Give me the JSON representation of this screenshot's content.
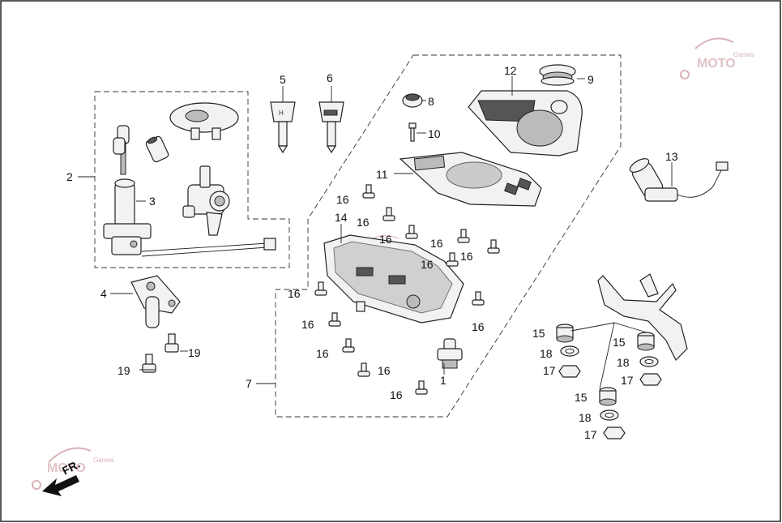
{
  "diagram": {
    "callouts": [
      "1",
      "2",
      "3",
      "4",
      "5",
      "6",
      "7",
      "8",
      "9",
      "10",
      "11",
      "12",
      "13",
      "14",
      "15",
      "16",
      "17",
      "18",
      "19"
    ],
    "direction_label": "FR.",
    "watermark": {
      "brand": "MOTO",
      "suffix": "Ganwa"
    }
  }
}
